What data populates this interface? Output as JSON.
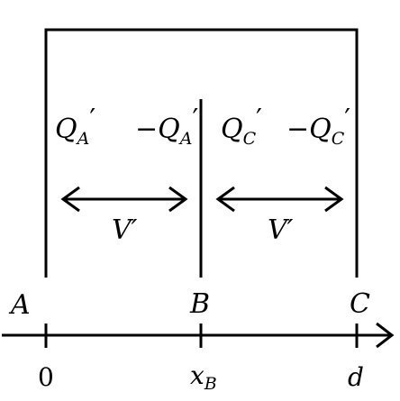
{
  "plates": {
    "A": {
      "point_label": "A",
      "x_label": "0"
    },
    "B": {
      "point_label": "B",
      "x_label": "x",
      "x_label_sub": "B"
    },
    "C": {
      "point_label": "C",
      "x_label": "d"
    }
  },
  "charges": {
    "left_region": {
      "left": {
        "base": "Q",
        "sub": "A",
        "prime": "′"
      },
      "right": {
        "base": "−Q",
        "sub": "A",
        "prime": "′"
      }
    },
    "right_region": {
      "left": {
        "base": "Q",
        "sub": "C",
        "prime": "′"
      },
      "right": {
        "base": "−Q",
        "sub": "C",
        "prime": "′"
      }
    }
  },
  "voltages": {
    "left": "V′",
    "right": "V′"
  }
}
